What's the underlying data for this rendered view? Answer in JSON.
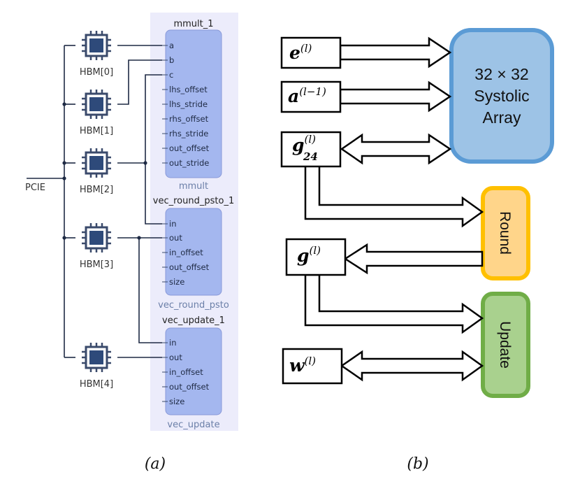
{
  "panel_a": {
    "pcie": "PCIE",
    "hbm": [
      "HBM[0]",
      "HBM[1]",
      "HBM[2]",
      "HBM[3]",
      "HBM[4]"
    ],
    "blocks": [
      {
        "title": "mmult_1",
        "subtitle": "mmult",
        "ports": [
          "a",
          "b",
          "c",
          "lhs_offset",
          "lhs_stride",
          "rhs_offset",
          "rhs_stride",
          "out_offset",
          "out_stride"
        ]
      },
      {
        "title": "vec_round_psto_1",
        "subtitle": "vec_round_psto",
        "ports": [
          "in",
          "out",
          "in_offset",
          "out_offset",
          "size"
        ]
      },
      {
        "title": "vec_update_1",
        "subtitle": "vec_update",
        "ports": [
          "in",
          "out",
          "in_offset",
          "out_offset",
          "size"
        ]
      }
    ],
    "caption": "(a)"
  },
  "panel_b": {
    "vars": {
      "e": {
        "base": "e",
        "sup": "(l)",
        "sub": ""
      },
      "a": {
        "base": "a",
        "sup": "(l−1)",
        "sub": ""
      },
      "g24": {
        "base": "g",
        "sup": "(l)",
        "sub": "24"
      },
      "g": {
        "base": "g",
        "sup": "(l)",
        "sub": ""
      },
      "w": {
        "base": "w",
        "sup": "(l)",
        "sub": ""
      }
    },
    "systolic": {
      "line1": "32 × 32",
      "line2": "Systolic",
      "line3": "Array"
    },
    "round": "Round",
    "update": "Update",
    "caption": "(b)",
    "colors": {
      "systolic_fill": "#9dc3e6",
      "systolic_stroke": "#5b9bd5",
      "round_fill": "#ffd58a",
      "round_stroke": "#ffc000",
      "update_fill": "#a9d18e",
      "update_stroke": "#70ad47"
    }
  }
}
